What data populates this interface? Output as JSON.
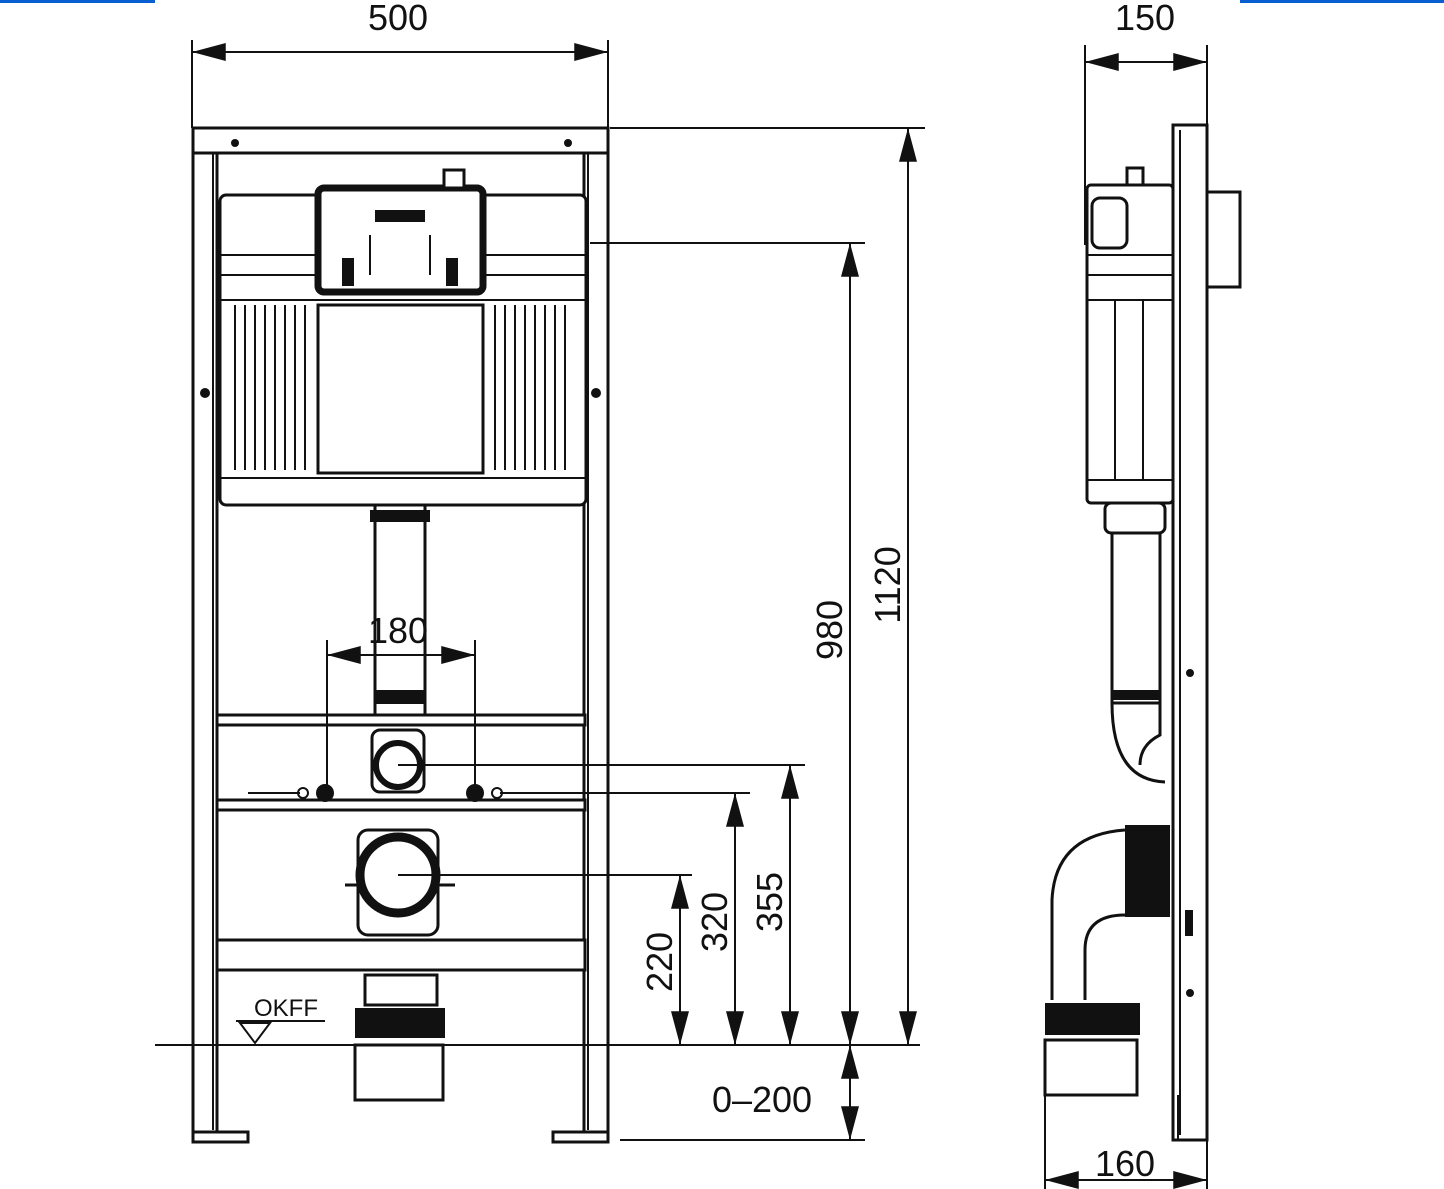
{
  "title": "Wall-hung WC installation frame dimensional drawing",
  "accent_color": "#0a5fd0",
  "labels": {
    "front": {
      "width": "500",
      "height_total": "1120",
      "height_actuator": "980",
      "bolt_spacing": "180",
      "inlet_height": "355",
      "bolt_height": "320",
      "outlet_height": "220",
      "leg_adjust": "0–200",
      "floor_mark": "OKFF"
    },
    "side": {
      "depth_top": "150",
      "depth_bottom": "160"
    }
  }
}
